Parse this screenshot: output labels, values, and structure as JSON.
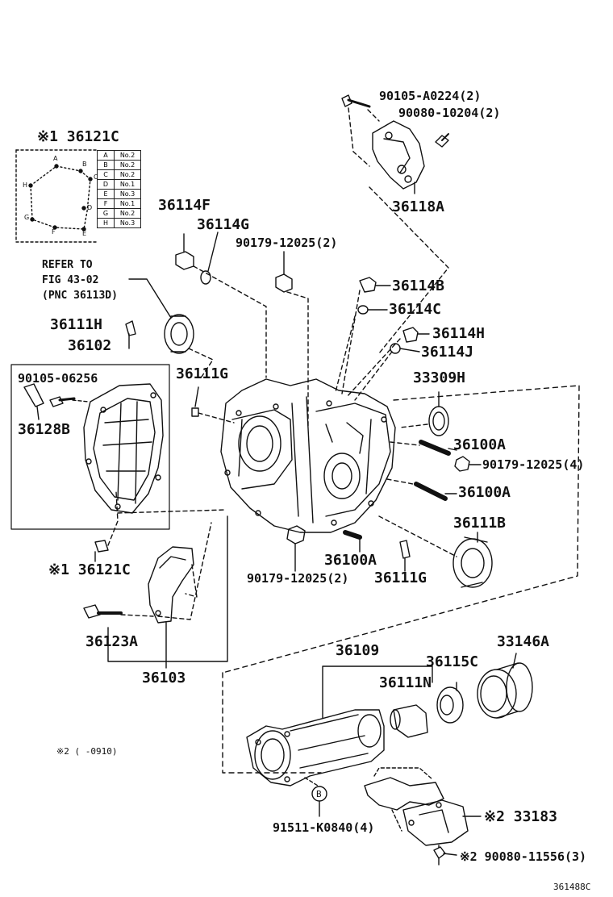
{
  "diagram": {
    "labels": {
      "note1_part": "※1 36121C",
      "refer_line1": "REFER TO",
      "refer_line2": "FIG 43-02",
      "refer_line3": "(PNC 36113D)",
      "p36111H": "36111H",
      "p36102": "36102",
      "p90105_06256": "90105-06256",
      "p36128B": "36128B",
      "p36111G_a": "36111G",
      "p36121C_b": "※1 36121C",
      "p36123A": "36123A",
      "p36103": "36103",
      "note2": "※2 (      -0910)",
      "p36114F": "36114F",
      "p36114G": "36114G",
      "p90179_12025_2_top": "90179-12025(2)",
      "p90105_A0224": "90105-A0224(2)",
      "p90080_10204": "90080-10204(2)",
      "p36118A": "36118A",
      "p36114B": "36114B",
      "p36114C": "36114C",
      "p36114H": "36114H",
      "p36114J": "36114J",
      "p33309H": "33309H",
      "p36100A_1": "36100A",
      "p90179_12025_4": "90179-12025(4)",
      "p36100A_2": "36100A",
      "p36111B": "36111B",
      "p36100A_3": "36100A",
      "p90179_12025_2_bot": "90179-12025(2)",
      "p36111G_b": "36111G",
      "p36109": "36109",
      "p36115C": "36115C",
      "p33146A": "33146A",
      "p36111N": "36111N",
      "circle_B": "B",
      "p91511": "91511-K0840(4)",
      "p33183": "※2 33183",
      "p90080_11556": "※2 90080-11556(3)",
      "figure_id": "361488C"
    },
    "key_table": [
      {
        "k": "A",
        "v": "No.2"
      },
      {
        "k": "B",
        "v": "No.2"
      },
      {
        "k": "C",
        "v": "No.2"
      },
      {
        "k": "D",
        "v": "No.1"
      },
      {
        "k": "E",
        "v": "No.3"
      },
      {
        "k": "F",
        "v": "No.1"
      },
      {
        "k": "G",
        "v": "No.2"
      },
      {
        "k": "H",
        "v": "No.3"
      }
    ],
    "inset_letters": [
      "A",
      "B",
      "C",
      "D",
      "E",
      "F",
      "G",
      "H"
    ]
  }
}
